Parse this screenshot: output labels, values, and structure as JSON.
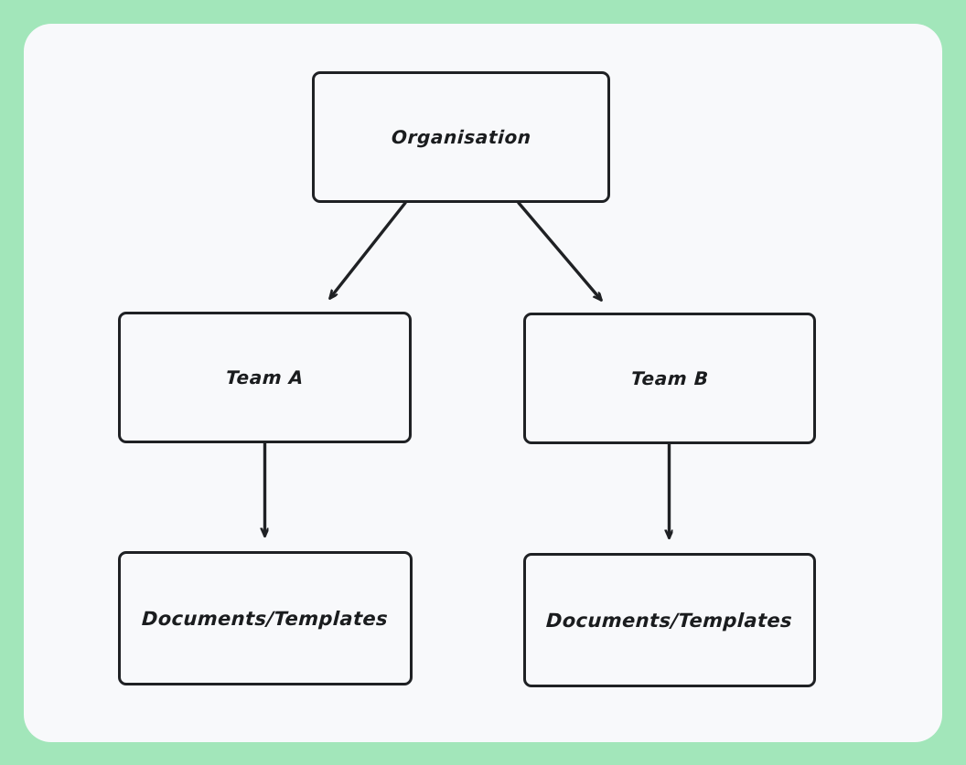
{
  "canvas": {
    "background_color": "#a2e6ba",
    "panel_color": "#f8f9fb",
    "stroke_color": "#1f2124"
  },
  "diagram": {
    "type": "flowchart",
    "orientation": "top-down",
    "nodes": [
      {
        "id": "organisation",
        "label": "Organisation"
      },
      {
        "id": "team_a",
        "label": "Team A"
      },
      {
        "id": "team_b",
        "label": "Team B"
      },
      {
        "id": "docs_a",
        "label": "Documents/Templates"
      },
      {
        "id": "docs_b",
        "label": "Documents/Templates"
      }
    ],
    "edges": [
      {
        "from": "organisation",
        "to": "team_a",
        "style": "arrow-diagonal"
      },
      {
        "from": "organisation",
        "to": "team_b",
        "style": "arrow-diagonal"
      },
      {
        "from": "team_a",
        "to": "docs_a",
        "style": "arrow-vertical"
      },
      {
        "from": "team_b",
        "to": "docs_b",
        "style": "arrow-vertical"
      }
    ]
  }
}
